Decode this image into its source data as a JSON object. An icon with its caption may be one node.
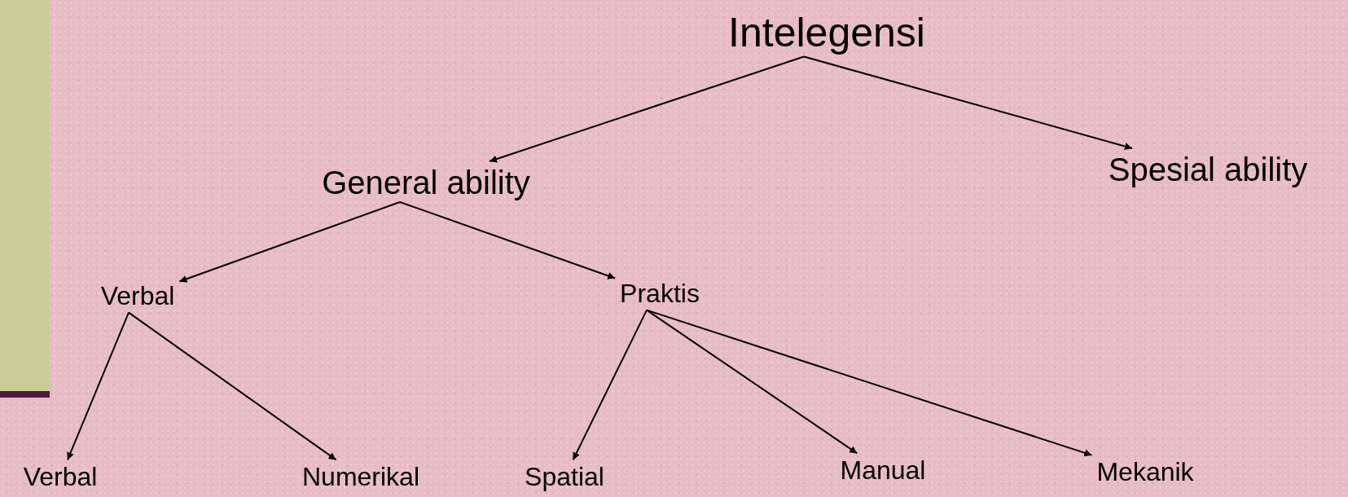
{
  "diagram": {
    "nodes": [
      {
        "text": [
          "Intelegensi"
        ]
      },
      {
        "text": [
          "General ability"
        ]
      },
      {
        "text": [
          "Spesial ability"
        ]
      },
      {
        "text": [
          "Verbal"
        ]
      },
      {
        "text": [
          "Praktis"
        ]
      },
      {
        "text": [
          "Verbal"
        ]
      },
      {
        "text": [
          "Numerikal"
        ]
      },
      {
        "text": [
          "Spatial"
        ]
      },
      {
        "text": [
          "Manual"
        ]
      },
      {
        "text": [
          "Mekanik"
        ]
      }
    ],
    "edges": [
      {
        "from": 0,
        "to": 1,
        "arrow": "to"
      },
      {
        "from": 0,
        "to": 2,
        "arrow": "to"
      },
      {
        "from": 1,
        "to": 3,
        "arrow": "to"
      },
      {
        "from": 1,
        "to": 4,
        "arrow": "to"
      },
      {
        "from": 3,
        "to": 5,
        "arrow": "to"
      },
      {
        "from": 3,
        "to": 6,
        "arrow": "to"
      },
      {
        "from": 4,
        "to": 7,
        "arrow": "to"
      },
      {
        "from": 4,
        "to": 8,
        "arrow": "to"
      },
      {
        "from": 4,
        "to": 9,
        "arrow": "to"
      }
    ]
  }
}
